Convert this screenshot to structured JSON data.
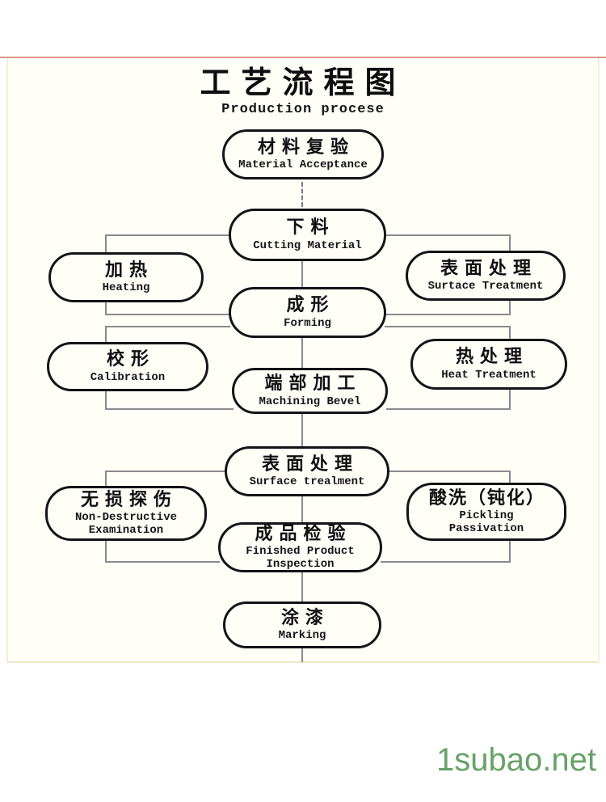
{
  "header": {
    "title_cn": "工艺流程图",
    "title_en": "Production procese"
  },
  "nodes": [
    {
      "id": "material-acceptance",
      "cn": "材料复验",
      "en": "Material Acceptance"
    },
    {
      "id": "cutting-material",
      "cn": "下料",
      "en": "Cutting Material"
    },
    {
      "id": "heating",
      "cn": "加热",
      "en": "Heating"
    },
    {
      "id": "surface-treatment-right",
      "cn": "表面处理",
      "en": "Surtace Treatment"
    },
    {
      "id": "forming",
      "cn": "成形",
      "en": "Forming"
    },
    {
      "id": "calibration",
      "cn": "校形",
      "en": "Calibration"
    },
    {
      "id": "heat-treatment",
      "cn": "热处理",
      "en": "Heat Treatment"
    },
    {
      "id": "machining-bevel",
      "cn": "端部加工",
      "en": "Machining Bevel"
    },
    {
      "id": "surface-treatment-center",
      "cn": "表面处理",
      "en": "Surface trealment"
    },
    {
      "id": "non-destructive-examination",
      "cn": "无损探伤",
      "en": "Non-Destructive\nExamination"
    },
    {
      "id": "pickling-passivation",
      "cn": "酸洗（钝化）",
      "en": "Pickling\nPassivation"
    },
    {
      "id": "finished-product-inspection",
      "cn": "成品检验",
      "en": "Finished Product\nInspection"
    },
    {
      "id": "marking",
      "cn": "涂漆",
      "en": "Marking"
    }
  ],
  "edges": [
    {
      "from": "material-acceptance",
      "to": "cutting-material",
      "style": "dashed"
    },
    {
      "from": "cutting-material",
      "to": "heating"
    },
    {
      "from": "heating",
      "to": "forming"
    },
    {
      "from": "cutting-material",
      "to": "surface-treatment-right"
    },
    {
      "from": "surface-treatment-right",
      "to": "forming"
    },
    {
      "from": "cutting-material",
      "to": "forming"
    },
    {
      "from": "forming",
      "to": "calibration"
    },
    {
      "from": "calibration",
      "to": "machining-bevel"
    },
    {
      "from": "forming",
      "to": "heat-treatment"
    },
    {
      "from": "heat-treatment",
      "to": "machining-bevel"
    },
    {
      "from": "forming",
      "to": "machining-bevel"
    },
    {
      "from": "machining-bevel",
      "to": "surface-treatment-center"
    },
    {
      "from": "surface-treatment-center",
      "to": "non-destructive-examination"
    },
    {
      "from": "non-destructive-examination",
      "to": "finished-product-inspection"
    },
    {
      "from": "surface-treatment-center",
      "to": "pickling-passivation"
    },
    {
      "from": "pickling-passivation",
      "to": "finished-product-inspection"
    },
    {
      "from": "surface-treatment-center",
      "to": "finished-product-inspection"
    },
    {
      "from": "finished-product-inspection",
      "to": "marking"
    }
  ],
  "footer": {
    "watermark": "1subao.net"
  },
  "colors": {
    "node_border": "#141414",
    "connector": "#8a8a8a",
    "top_rule": "#dd9488",
    "panel_bg": "#fffef7",
    "panel_edge": "#f6eed6",
    "watermark_green": "#67a267",
    "text": "#111111"
  }
}
